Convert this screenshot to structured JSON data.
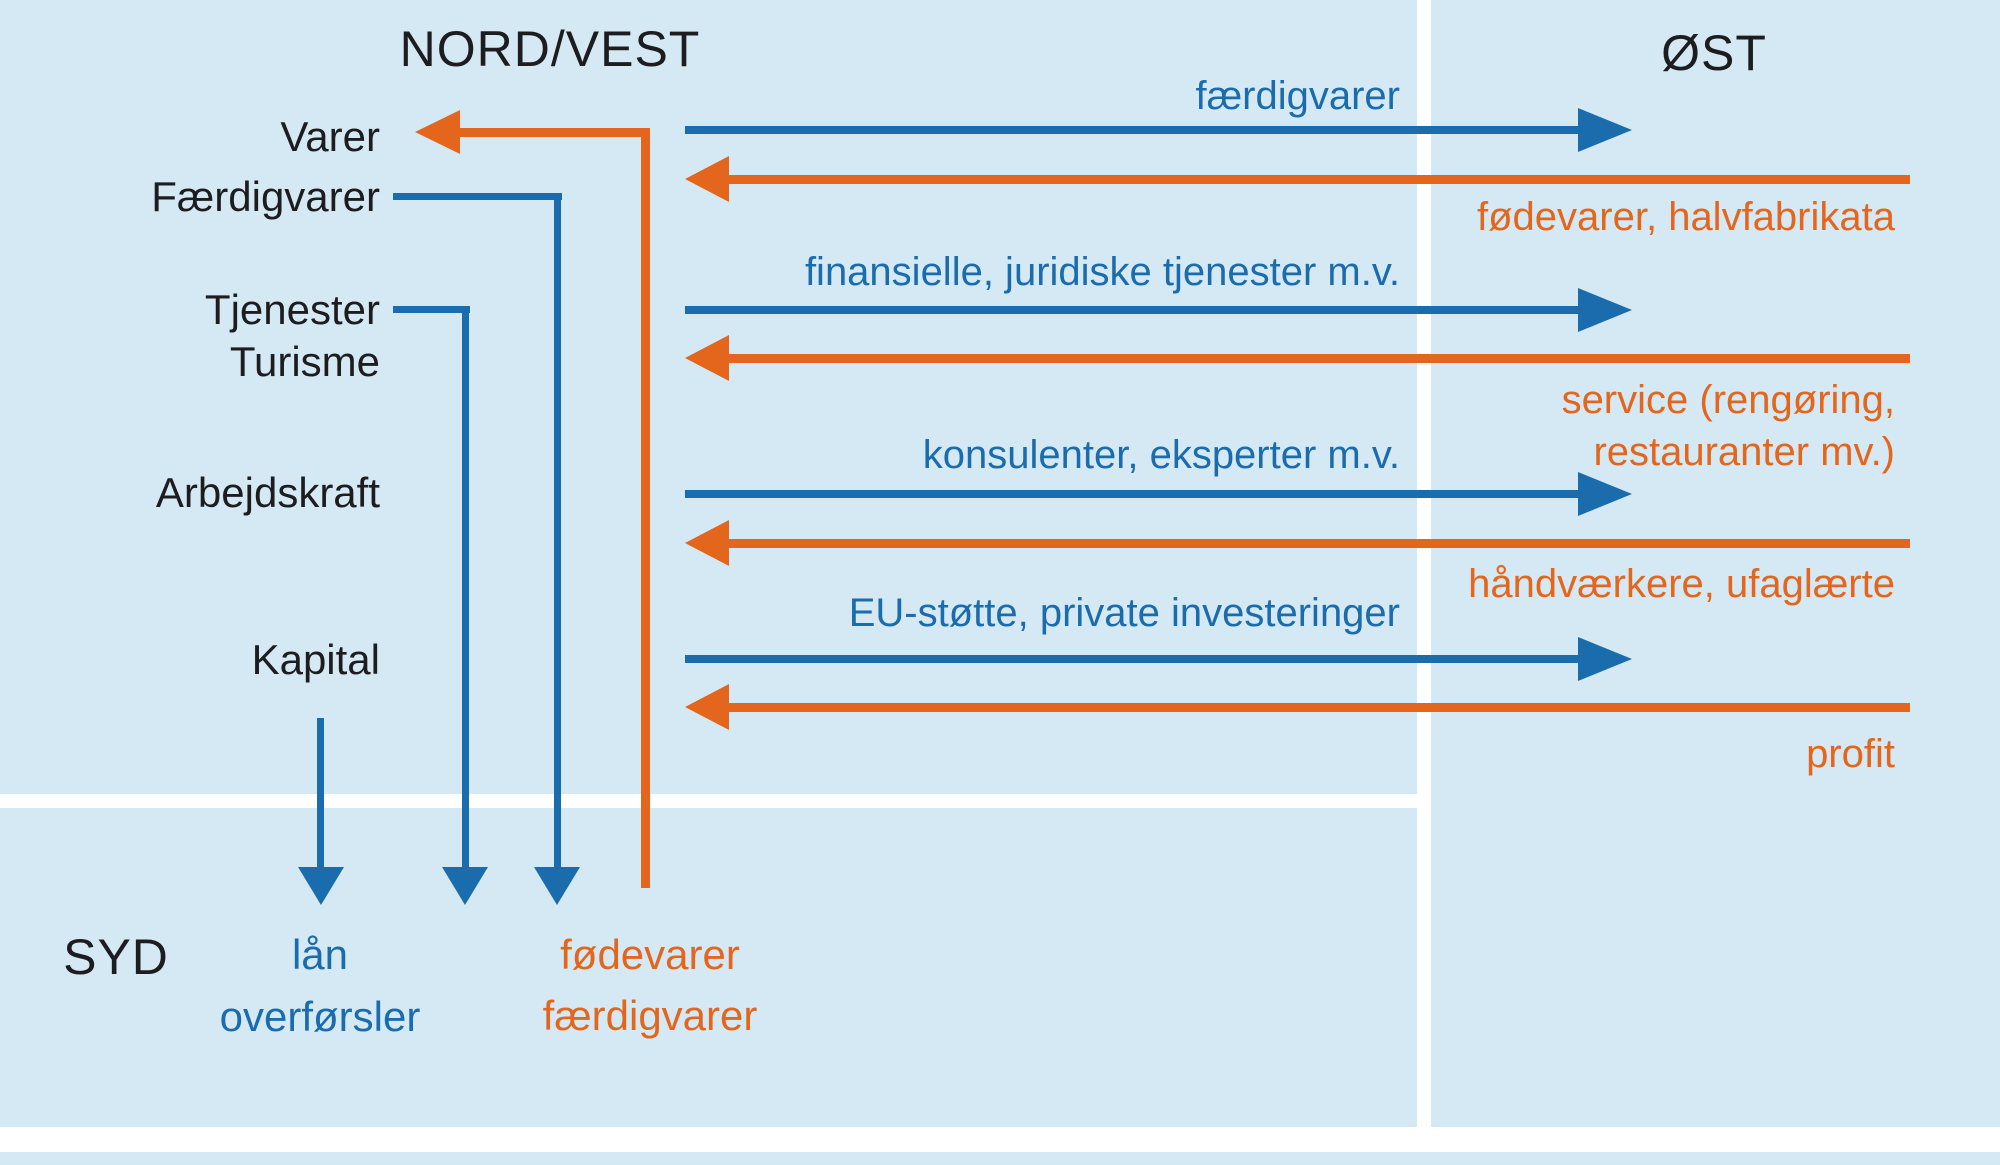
{
  "colors": {
    "background": "#d5e9f5",
    "blue": "#1b6cac",
    "orange": "#e4661c",
    "text_dark": "#1d1d20",
    "grid_white": "#ffffff"
  },
  "regions": {
    "north_west": "NORD/VEST",
    "east": "ØST",
    "south": "SYD"
  },
  "left_column": {
    "items": [
      "Varer",
      "Færdigvarer",
      "Tjenester",
      "Turisme",
      "Arbejdskraft",
      "Kapital"
    ]
  },
  "flows_nw_to_east": {
    "row1": "færdigvarer",
    "row2": "finansielle, juridiske tjenester m.v.",
    "row3": "konsulenter, eksperter m.v.",
    "row4": "EU-støtte, private investeringer"
  },
  "flows_east_to_nw": {
    "row1": "fødevarer, halvfabrikata",
    "row2_line1": "service (rengøring,",
    "row2_line2": "restauranter mv.)",
    "row3": "håndværkere, ufaglærte",
    "row4": "profit"
  },
  "flows_nw_to_south": {
    "line1": "lån",
    "line2": "overførsler"
  },
  "flows_south_to_nw": {
    "line1": "fødevarer",
    "line2": "færdigvarer"
  }
}
